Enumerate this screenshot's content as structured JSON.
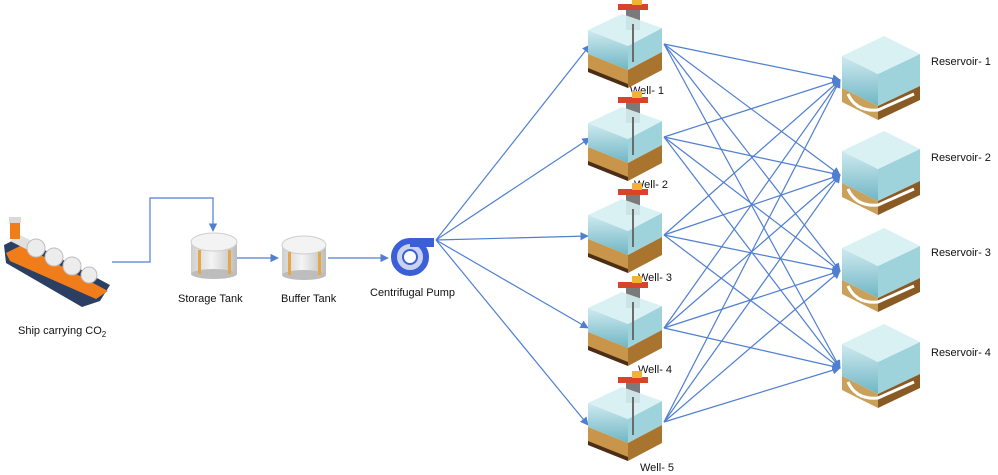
{
  "colors": {
    "flow_line": "#4f7fd0",
    "water": "#8ecbd6",
    "soil": "#c8954a",
    "ship_hull": "#f07d1a",
    "pump": "#3b5fd6"
  },
  "ship": {
    "label": "Ship carrying CO",
    "subscript": "2",
    "icon": "ship-icon"
  },
  "storage_tank": {
    "label": "Storage Tank",
    "icon": "storage-tank-icon"
  },
  "buffer_tank": {
    "label": "Buffer Tank",
    "icon": "buffer-tank-icon"
  },
  "pump": {
    "label": "Centrifugal Pump",
    "icon": "centrifugal-pump-icon"
  },
  "wells": [
    {
      "label": "Well- 1"
    },
    {
      "label": "Well- 2"
    },
    {
      "label": "Well- 3"
    },
    {
      "label": "Well- 4"
    },
    {
      "label": "Well- 5"
    }
  ],
  "reservoirs": [
    {
      "label": "Reservoir- 1"
    },
    {
      "label": "Reservoir- 2"
    },
    {
      "label": "Reservoir- 3"
    },
    {
      "label": "Reservoir- 4"
    }
  ]
}
